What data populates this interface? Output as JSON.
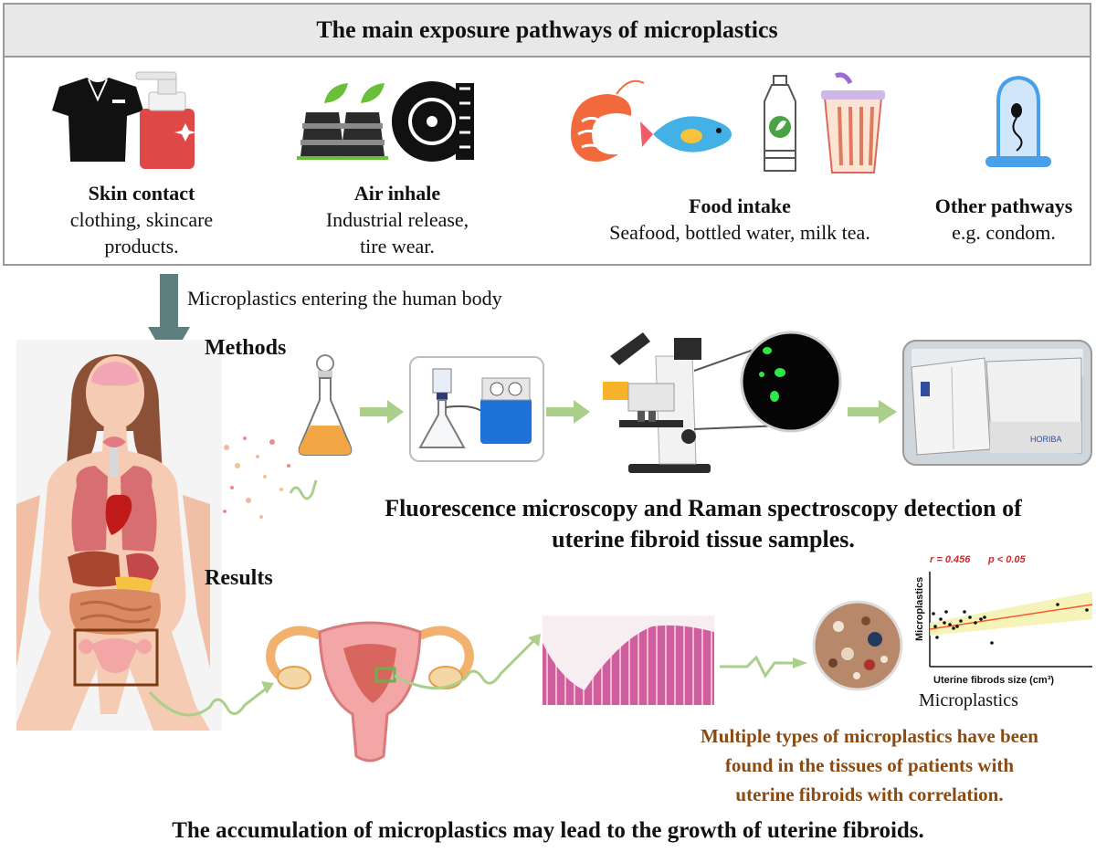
{
  "header": {
    "title": "The main exposure pathways of microplastics"
  },
  "pathways": [
    {
      "title": "Skin contact",
      "desc1": "clothing, skincare",
      "desc2": "products."
    },
    {
      "title": "Air inhale",
      "desc1": "Industrial release,",
      "desc2": "tire wear."
    },
    {
      "title": "Food intake",
      "desc1": "Seafood, bottled water, milk tea."
    },
    {
      "title": "Other pathways",
      "desc1": "e.g. condom."
    }
  ],
  "arrow_label": "Microplastics entering the human body",
  "methods": {
    "label": "Methods",
    "caption1": "Fluorescence microscopy and Raman spectroscopy detection of",
    "caption2": "uterine fibroid tissue samples.",
    "raman_brand": "HORIBA"
  },
  "results": {
    "label": "Results",
    "microplastics_label": "Microplastics",
    "finding1": "Multiple types of microplastics have been",
    "finding2": "found in the tissues of patients with",
    "finding3": "uterine fibroids with correlation."
  },
  "scatter": {
    "stat_r": "r = 0.456",
    "stat_p": "p < 0.05",
    "ylabel": "Microplastics",
    "xlabel": "Uterine fibrods size (cm³)"
  },
  "conclusion": "The accumulation of microplastics may lead to the growth of uterine fibroids.",
  "colors": {
    "arrow_teal": "#5d7f80",
    "flow_green": "#a9cf8a",
    "finding_brown": "#8a4a12",
    "stat_red": "#d9262a"
  }
}
